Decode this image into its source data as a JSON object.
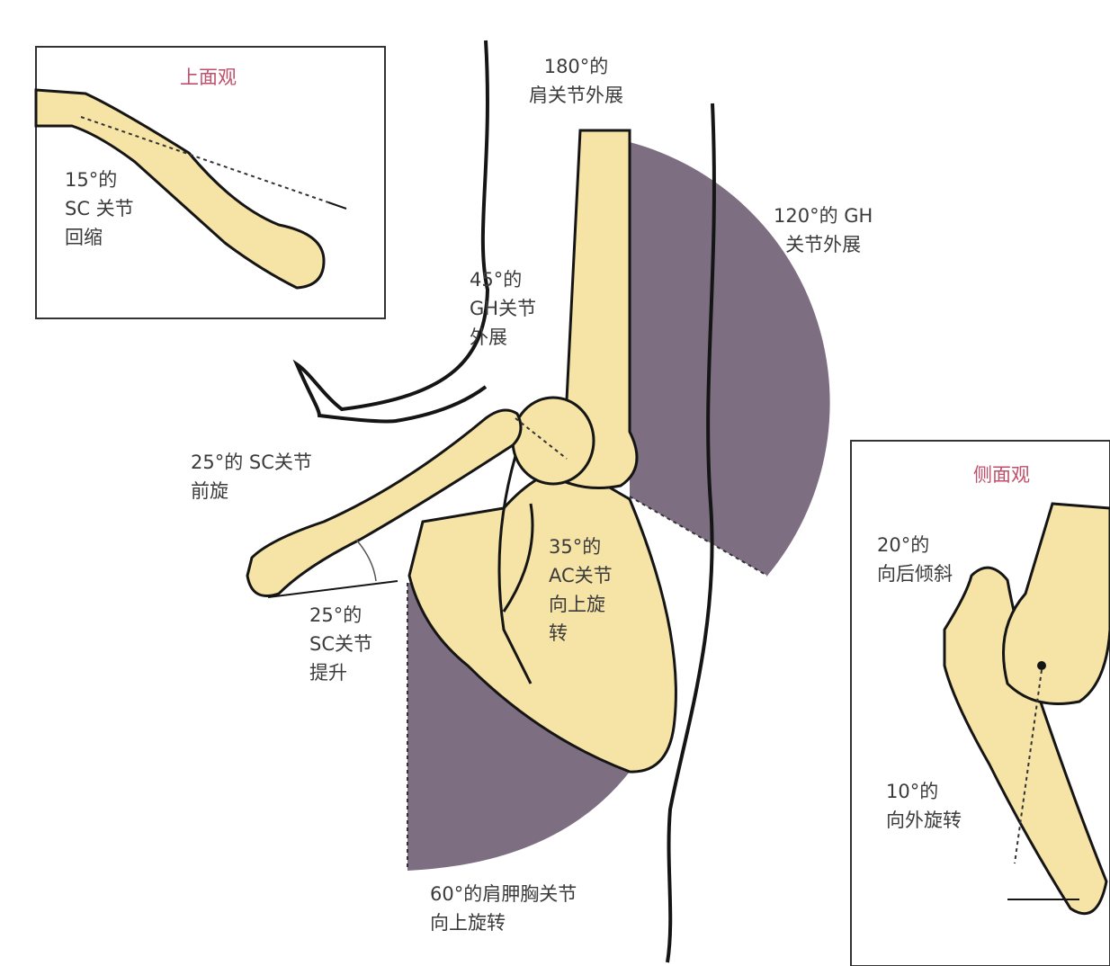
{
  "colors": {
    "bone": "#f6e3a6",
    "bone_stroke": "#7a6a40",
    "arc_fill": "#7d6e82",
    "outline": "#151515",
    "inset_title": "#c0506a",
    "label": "#3b3b3b"
  },
  "insets": {
    "superior": {
      "title": "上面观"
    },
    "lateral": {
      "title": "侧面观"
    }
  },
  "labels": {
    "sc_retraction": [
      "15°的",
      "SC 关节",
      "回缩"
    ],
    "shoulder_abduction": [
      "180°的",
      "肩关节外展"
    ],
    "gh_abduction_120": [
      "120°的 GH",
      "关节外展"
    ],
    "gh_abduction_45": [
      "45°的",
      "GH关节",
      "外展"
    ],
    "sc_rotation": [
      "25°的 SC关节",
      "前旋"
    ],
    "ac_rotation": [
      "35°的",
      "AC关节",
      "向上旋",
      "转"
    ],
    "sc_elevation": [
      "25°的",
      "SC关节",
      "提升"
    ],
    "scapulothoracic": [
      "60°的肩胛胸关节",
      "向上旋转"
    ],
    "posterior_tilt": [
      "20°的",
      "向后倾斜"
    ],
    "external_rotation": [
      "10°的",
      "向外旋转"
    ]
  }
}
